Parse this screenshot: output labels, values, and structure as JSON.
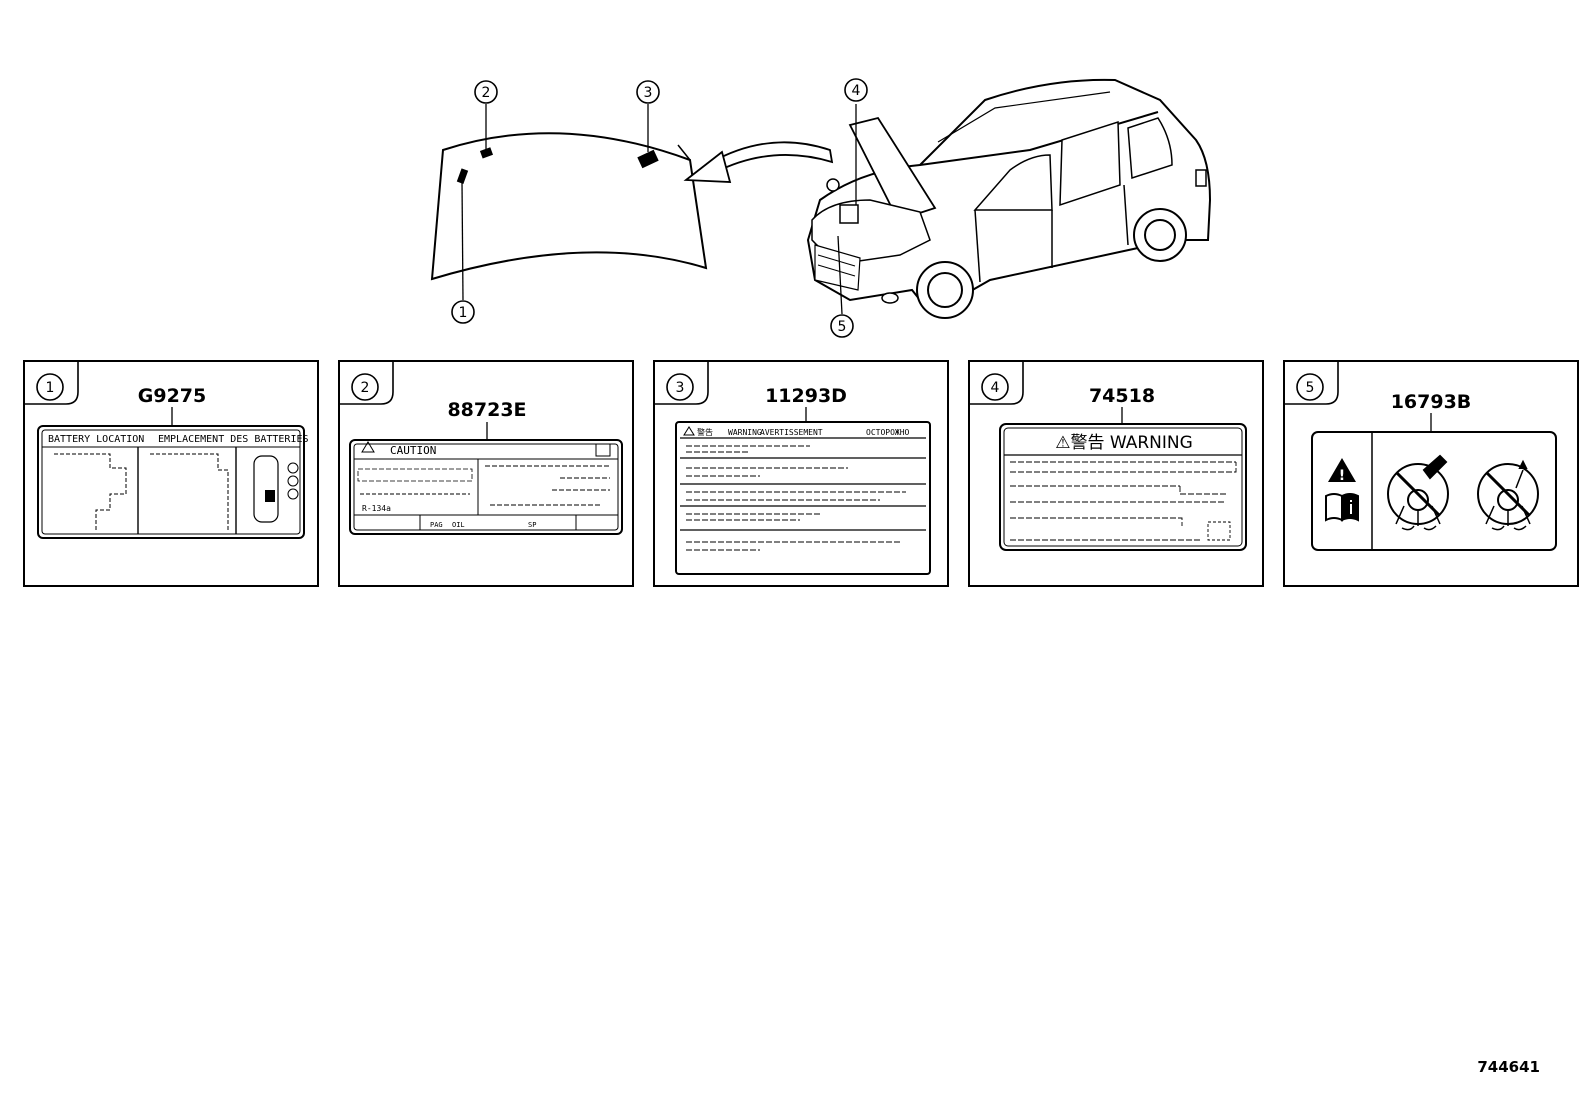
{
  "callouts": [
    "1",
    "2",
    "3",
    "4",
    "5"
  ],
  "panels": [
    {
      "number": "1",
      "part": "G9275",
      "label_text": [
        "BATTERY LOCATION",
        "EMPLACEMENT DES BATTERIES"
      ]
    },
    {
      "number": "2",
      "part": "88723E",
      "label_text": [
        "CAUTION",
        "R-134a",
        "PAG",
        "OIL",
        "SP"
      ]
    },
    {
      "number": "3",
      "part": "11293D",
      "label_text": [
        "警告",
        "WARNING",
        "AVERTISSEMENT",
        "OCTOPOЖНО"
      ]
    },
    {
      "number": "4",
      "part": "74518",
      "label_text": [
        "⚠警告 WARNING"
      ]
    },
    {
      "number": "5",
      "part": "16793B",
      "label_text": []
    }
  ],
  "icons": [
    "warning-triangle-icon",
    "manual-info-icon",
    "no-fan-contact-icon",
    "no-fan-contact-icon"
  ],
  "page_number": "744641"
}
